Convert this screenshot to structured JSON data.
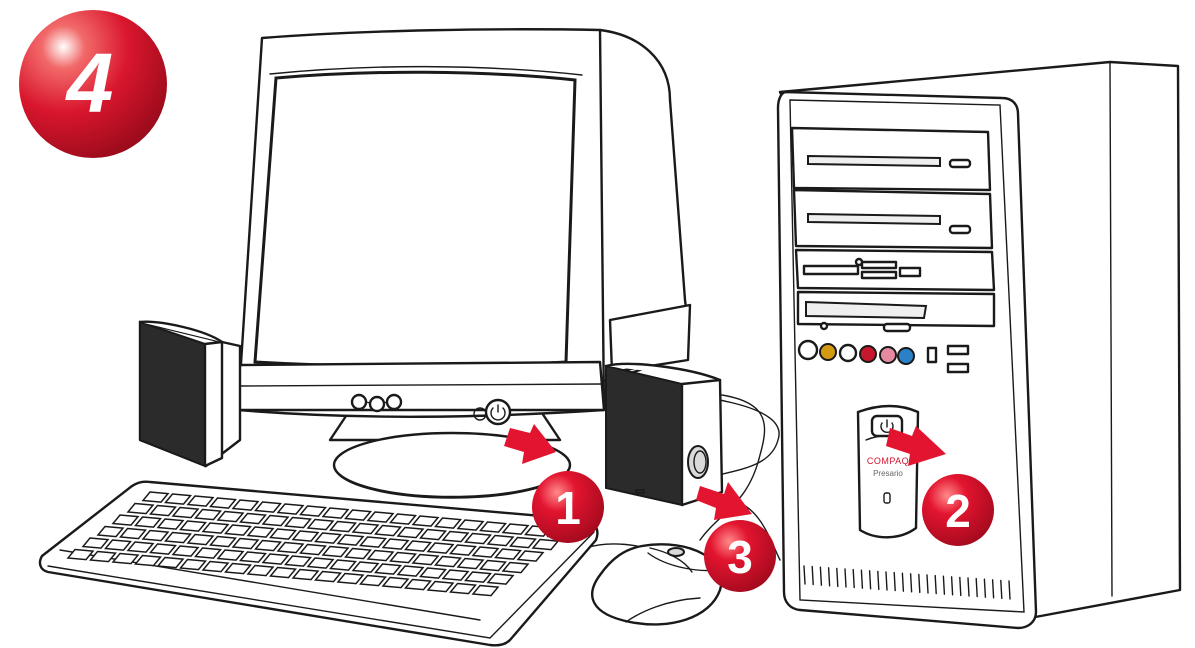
{
  "step": {
    "number": "4"
  },
  "callouts": [
    {
      "label": "1",
      "target": "monitor power button"
    },
    {
      "label": "2",
      "target": "computer power button"
    },
    {
      "label": "3",
      "target": "speaker power knob"
    }
  ],
  "computer": {
    "brand": "COMPAQ",
    "model": "Presario"
  },
  "colors": {
    "callout_red": "#d2122e",
    "arrow_red": "#e3142f",
    "outline": "#1a1a1a"
  }
}
